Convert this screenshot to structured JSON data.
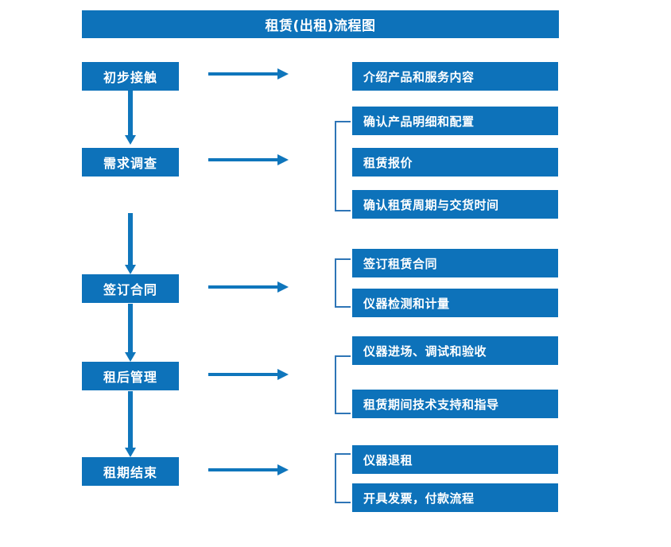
{
  "colors": {
    "box_fill": "#0D72BA",
    "arrow": "#0F76BC",
    "bracket": "#2E75B6",
    "text": "#FFFFFF",
    "background": "#FFFFFF"
  },
  "title": "租赁(出租)流程图",
  "stages": [
    {
      "label": "初步接触",
      "details": [
        "介绍产品和服务内容"
      ]
    },
    {
      "label": "需求调查",
      "details": [
        "确认产品明细和配置",
        "租赁报价",
        "确认租赁周期与交货时间"
      ]
    },
    {
      "label": "签订合同",
      "details": [
        "签订租赁合同",
        "仪器检测和计量"
      ]
    },
    {
      "label": "租后管理",
      "details": [
        "仪器进场、调试和验收",
        "租赁期间技术支持和指导"
      ]
    },
    {
      "label": "租期结束",
      "details": [
        "仪器退租",
        "开具发票，付款流程"
      ]
    }
  ]
}
